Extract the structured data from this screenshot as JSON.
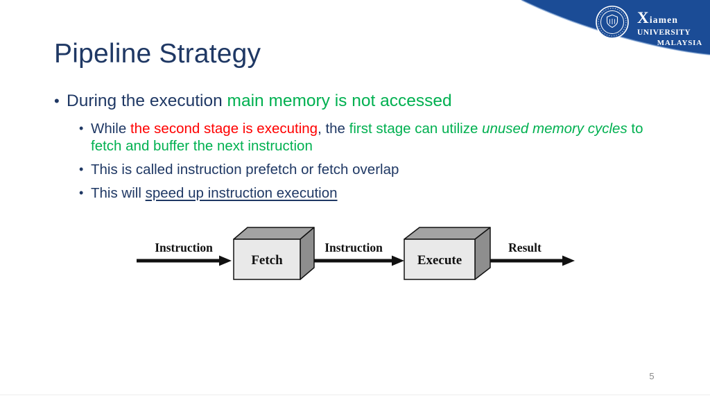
{
  "header": {
    "logo": {
      "university": "Xiamen",
      "university_word": "UNIVERSITY",
      "country": "MALAYSIA",
      "seal": "xiamen-university-seal",
      "brand_blue": "#1b4c96"
    }
  },
  "slide": {
    "title": "Pipeline Strategy",
    "page_number": "5"
  },
  "content": {
    "bullets": [
      {
        "level": 1,
        "marker": "•",
        "segments": [
          {
            "text": "During the execution ",
            "style": "navy"
          },
          {
            "text": "main memory is not accessed",
            "style": "green"
          }
        ]
      },
      {
        "level": 2,
        "marker": "•",
        "segments": [
          {
            "text": "While ",
            "style": "navy"
          },
          {
            "text": "the second stage is executing",
            "style": "red"
          },
          {
            "text": ", the ",
            "style": "navy"
          },
          {
            "text": "first stage can utilize ",
            "style": "green"
          },
          {
            "text": "unused memory cycles",
            "style": "green-italic"
          },
          {
            "text": " to fetch and buffer the next instruction",
            "style": "green"
          }
        ]
      },
      {
        "level": 2,
        "marker": "•",
        "segments": [
          {
            "text": "This is called instruction prefetch or fetch overlap",
            "style": "navy"
          }
        ]
      },
      {
        "level": 2,
        "marker": "•",
        "segments": [
          {
            "text": "This will ",
            "style": "navy"
          },
          {
            "text": "speed up instruction execution",
            "style": "navy-underline"
          }
        ]
      }
    ]
  },
  "diagram": {
    "type": "pipeline-flow",
    "arrows": [
      {
        "label": "Instruction"
      },
      {
        "label": "Instruction"
      },
      {
        "label": "Result"
      }
    ],
    "stages": [
      {
        "label": "Fetch"
      },
      {
        "label": "Execute"
      }
    ],
    "colors": {
      "box_front": "#e9e9e9",
      "box_top": "#a3a3a3",
      "box_side": "#8e8e8e",
      "line": "#111111"
    }
  }
}
